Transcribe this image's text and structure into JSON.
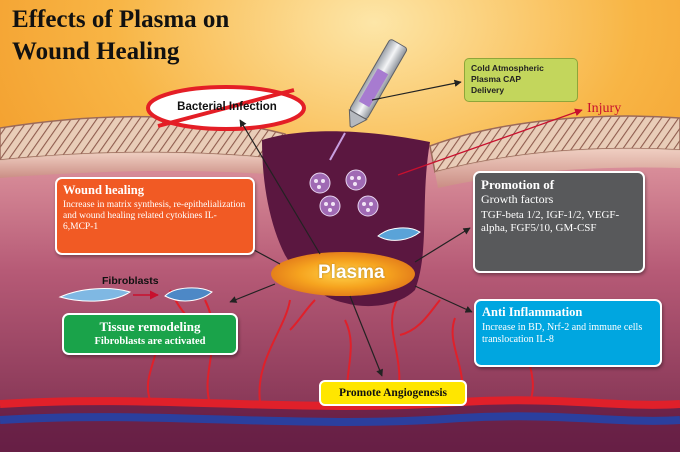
{
  "title": {
    "line1": "Effects of Plasma on",
    "line2": "Wound Healing"
  },
  "labels": {
    "bacterial_infection": "Bacterial Infection",
    "injury": "Injury",
    "plasma": "Plasma",
    "fibroblasts": "Fibroblasts",
    "promote_angiogenesis": "Promote Angiogenesis"
  },
  "cap_box": {
    "line1": "Cold Atmospheric",
    "line2": "Plasma  CAP",
    "line3": "Delivery"
  },
  "wound_healing": {
    "head": "Wound healing",
    "body": "Increase in matrix synthesis, re-epithelialization and wound healing related cytokines IL-6,MCP-1"
  },
  "growth_factors": {
    "head": "Promotion of",
    "sub": "Growth factors",
    "body": "TGF-beta 1/2, IGF-1/2, VEGF-alpha, FGF5/10, GM-CSF"
  },
  "tissue_remodeling": {
    "head": "Tissue remodeling",
    "body": "Fibroblasts are activated"
  },
  "anti_inflammation": {
    "head": "Anti Inflammation",
    "body": "Increase in BD, Nrf-2 and immune cells translocation IL-8"
  },
  "colors": {
    "background_top": "#f6a21e",
    "wound_healing_box": "#f15a24",
    "growth_factors_box": "#58595b",
    "tissue_remodeling_box": "#1aa34a",
    "anti_inflammation_box": "#00a6e0",
    "angiogenesis_box": "#ffe600",
    "cap_box": "#c3d65c",
    "plasma_glow": "#f7a81b",
    "wound": "#5b1740",
    "injury_label": "#c8102e"
  }
}
